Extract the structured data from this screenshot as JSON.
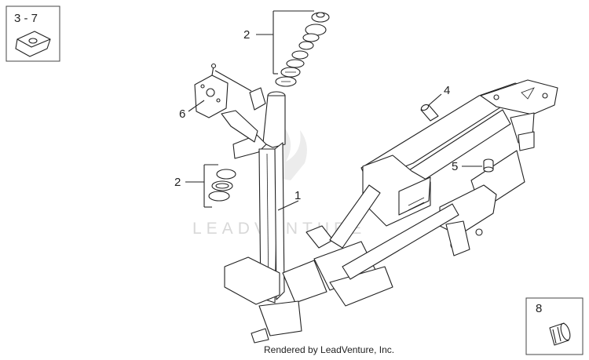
{
  "callouts": {
    "c1": "1",
    "c2_top": "2",
    "c2_mid": "2",
    "c4": "4",
    "c5": "5",
    "c6": "6"
  },
  "inset_left": {
    "label": "3 - 7"
  },
  "inset_right": {
    "label": "8"
  },
  "watermark": {
    "text": "LEADVENTURE"
  },
  "footer": {
    "credit": "Rendered by LeadVenture, Inc."
  }
}
